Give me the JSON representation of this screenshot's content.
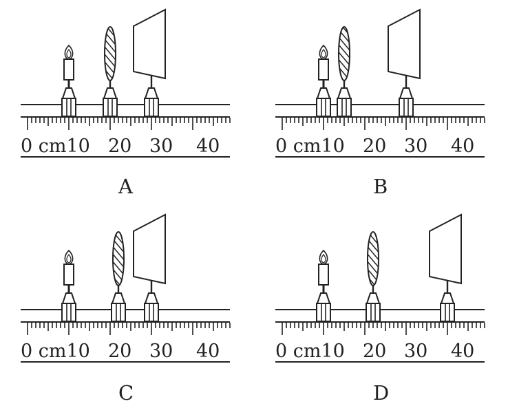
{
  "panels": [
    {
      "label": "A",
      "axis": {
        "ticks": [
          "0 cm10",
          "20",
          "30",
          "40"
        ],
        "unit": "cm",
        "range_cm": [
          0,
          50
        ]
      },
      "candle_cm": 10,
      "lens_cm": 20,
      "screen_cm": 30
    },
    {
      "label": "B",
      "axis": {
        "ticks": [
          "0 cm10",
          "20",
          "30",
          "40"
        ],
        "unit": "cm",
        "range_cm": [
          0,
          50
        ]
      },
      "candle_cm": 10,
      "lens_cm": 15,
      "screen_cm": 30
    },
    {
      "label": "C",
      "axis": {
        "ticks": [
          "0 cm10",
          "20",
          "30",
          "40"
        ],
        "unit": "cm",
        "range_cm": [
          0,
          50
        ]
      },
      "candle_cm": 10,
      "lens_cm": 22,
      "screen_cm": 30
    },
    {
      "label": "D",
      "axis": {
        "ticks": [
          "0 cm10",
          "20",
          "30",
          "40"
        ],
        "unit": "cm",
        "range_cm": [
          0,
          50
        ]
      },
      "candle_cm": 10,
      "lens_cm": 22,
      "screen_cm": 40
    }
  ]
}
